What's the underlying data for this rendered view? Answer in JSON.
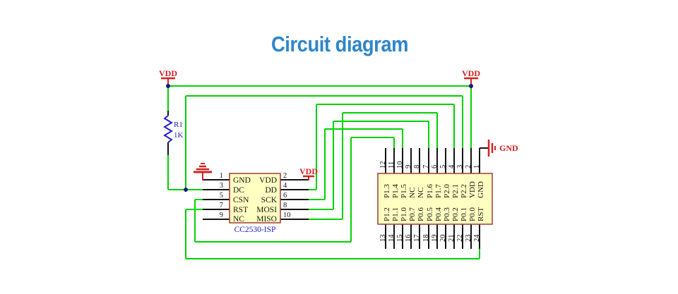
{
  "title": "Circuit diagram",
  "colors": {
    "title_blue": "#2E86C8",
    "wire_green": "#00D200",
    "wire_black": "#141414",
    "symbol_red": "#D42020",
    "text_blue": "#2222C8",
    "component_fill": "#FFFFC2",
    "component_border": "#A03A35",
    "junction_dot": "#181878"
  },
  "power": {
    "vdd_left": "VDD",
    "vdd_right": "VDD",
    "vdd_isp": "VDD",
    "gnd_right": "GND"
  },
  "resistor": {
    "designator": "R1",
    "value": "1K"
  },
  "ic": {
    "name": "CC2530-ISP",
    "left_pins": [
      {
        "num": "1",
        "label": "GND"
      },
      {
        "num": "3",
        "label": "DC"
      },
      {
        "num": "5",
        "label": "CSN"
      },
      {
        "num": "7",
        "label": "RST"
      },
      {
        "num": "9",
        "label": "NC"
      }
    ],
    "right_pins": [
      {
        "num": "2",
        "label": "VDD"
      },
      {
        "num": "4",
        "label": "DD"
      },
      {
        "num": "6",
        "label": "SCK"
      },
      {
        "num": "8",
        "label": "MOSI"
      },
      {
        "num": "10",
        "label": "MISO"
      }
    ]
  },
  "connector": {
    "top_pins": [
      {
        "num": "12",
        "label": "P1.3"
      },
      {
        "num": "11",
        "label": "P1.4"
      },
      {
        "num": "10",
        "label": "P1.5"
      },
      {
        "num": "9",
        "label": "NC"
      },
      {
        "num": "8",
        "label": "NC"
      },
      {
        "num": "7",
        "label": "P1.6"
      },
      {
        "num": "6",
        "label": "P1.7"
      },
      {
        "num": "5",
        "label": "P2.0"
      },
      {
        "num": "4",
        "label": "P2.1"
      },
      {
        "num": "3",
        "label": "P2.2"
      },
      {
        "num": "2",
        "label": "VDD"
      },
      {
        "num": "1",
        "label": "GND"
      }
    ],
    "bottom_pins": [
      {
        "num": "13",
        "label": "P1.2"
      },
      {
        "num": "14",
        "label": "P1.1"
      },
      {
        "num": "15",
        "label": "P1.0"
      },
      {
        "num": "16",
        "label": "P0.7"
      },
      {
        "num": "17",
        "label": "P0.6"
      },
      {
        "num": "18",
        "label": "P0.5"
      },
      {
        "num": "19",
        "label": "P0.4"
      },
      {
        "num": "20",
        "label": "P0.3"
      },
      {
        "num": "21",
        "label": "P0.2"
      },
      {
        "num": "22",
        "label": "P0.1"
      },
      {
        "num": "23",
        "label": "P0.0"
      },
      {
        "num": "24",
        "label": "RST"
      }
    ]
  }
}
